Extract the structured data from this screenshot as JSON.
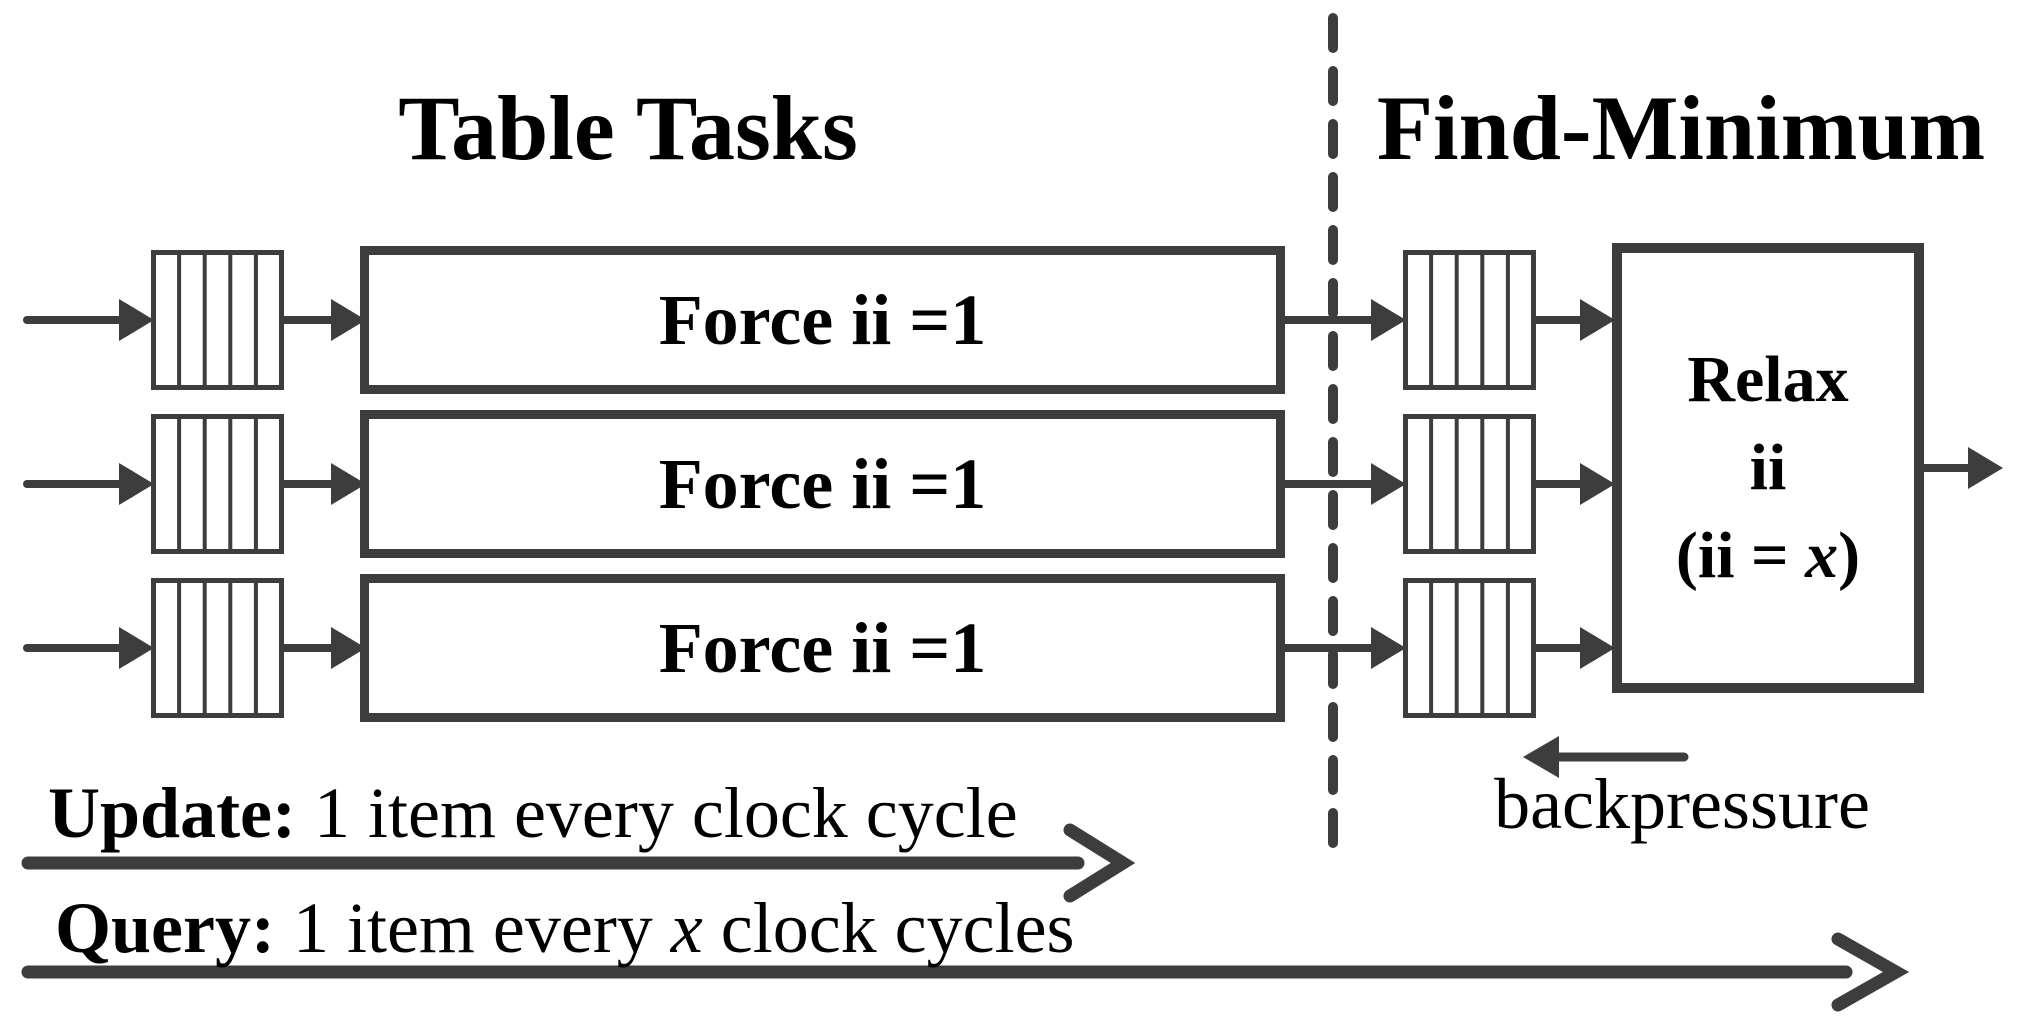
{
  "figure": {
    "background": "#ffffff",
    "line_color": "#3d3d3d",
    "text_color": "#000000"
  },
  "sections": {
    "table_tasks": {
      "title": "Table Tasks"
    },
    "find_minimum": {
      "title": "Find-Minimum"
    }
  },
  "rows": [
    {
      "force_label": "Force ii =1"
    },
    {
      "force_label": "Force ii =1"
    },
    {
      "force_label": "Force ii =1"
    }
  ],
  "relax": {
    "line1": "Relax",
    "line2": "ii",
    "line3_open": "(ii = ",
    "line3_x": "x",
    "line3_close": ")"
  },
  "backpressure": {
    "label": "backpressure"
  },
  "legend": {
    "update_keyword": "Update:",
    "update_text": " 1 item every clock cycle",
    "query_keyword": "Query:",
    "query_text_1": " 1 item every ",
    "query_x": "x",
    "query_text_2": " clock cycles"
  },
  "icons": {
    "fifo_queue_icon": "striped-fifo-box",
    "flow_arrow_icon": "solid-right-arrow",
    "backpressure_arrow_icon": "solid-left-arrow",
    "throughput_arrow_icon": "open-right-arrow",
    "stage_separator_icon": "vertical-dashed-line"
  }
}
